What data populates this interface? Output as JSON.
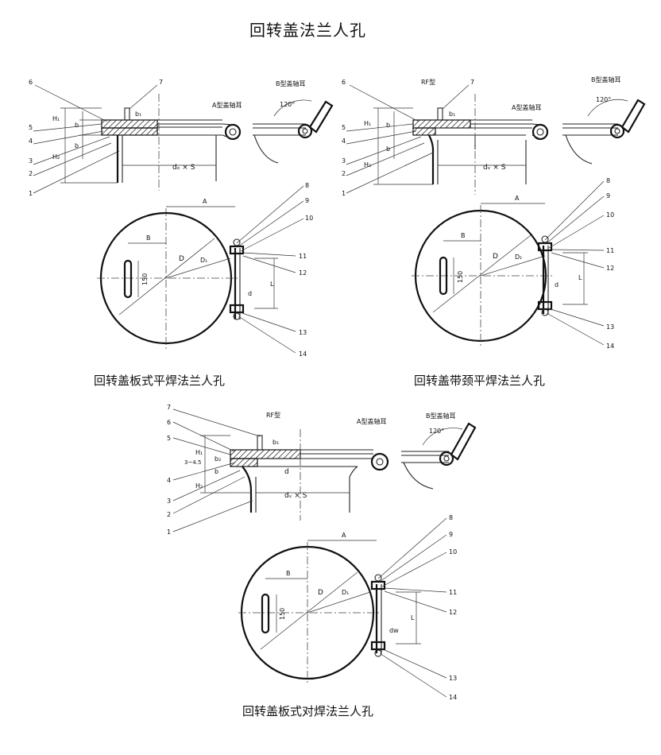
{
  "title": "回转盖法兰人孔",
  "captions": {
    "flat": "回转盖板式平焊法兰人孔",
    "neck": "回转盖带颈平焊法兰人孔",
    "butt": "回转盖板式对焊法兰人孔"
  },
  "labels": {
    "a_hinge": "A型盖轴耳",
    "b_hinge": "B型盖轴耳",
    "rf": "RF型",
    "angle": "120°",
    "dims": {
      "A": "A",
      "B": "B",
      "D": "D",
      "D1": "D₁",
      "L": "L",
      "d": "d",
      "dw": "dw",
      "dxs": "dₒ × S",
      "dwxs": "dᵥ × S",
      "h150": "150",
      "H1": "H₁",
      "H2": "H₂",
      "b": "b",
      "b1": "b₁",
      "b2": "b₂",
      "range": "3~4.5"
    },
    "parts": [
      "1",
      "2",
      "3",
      "4",
      "5",
      "6",
      "7",
      "8",
      "9",
      "10",
      "11",
      "12",
      "13",
      "14"
    ]
  }
}
